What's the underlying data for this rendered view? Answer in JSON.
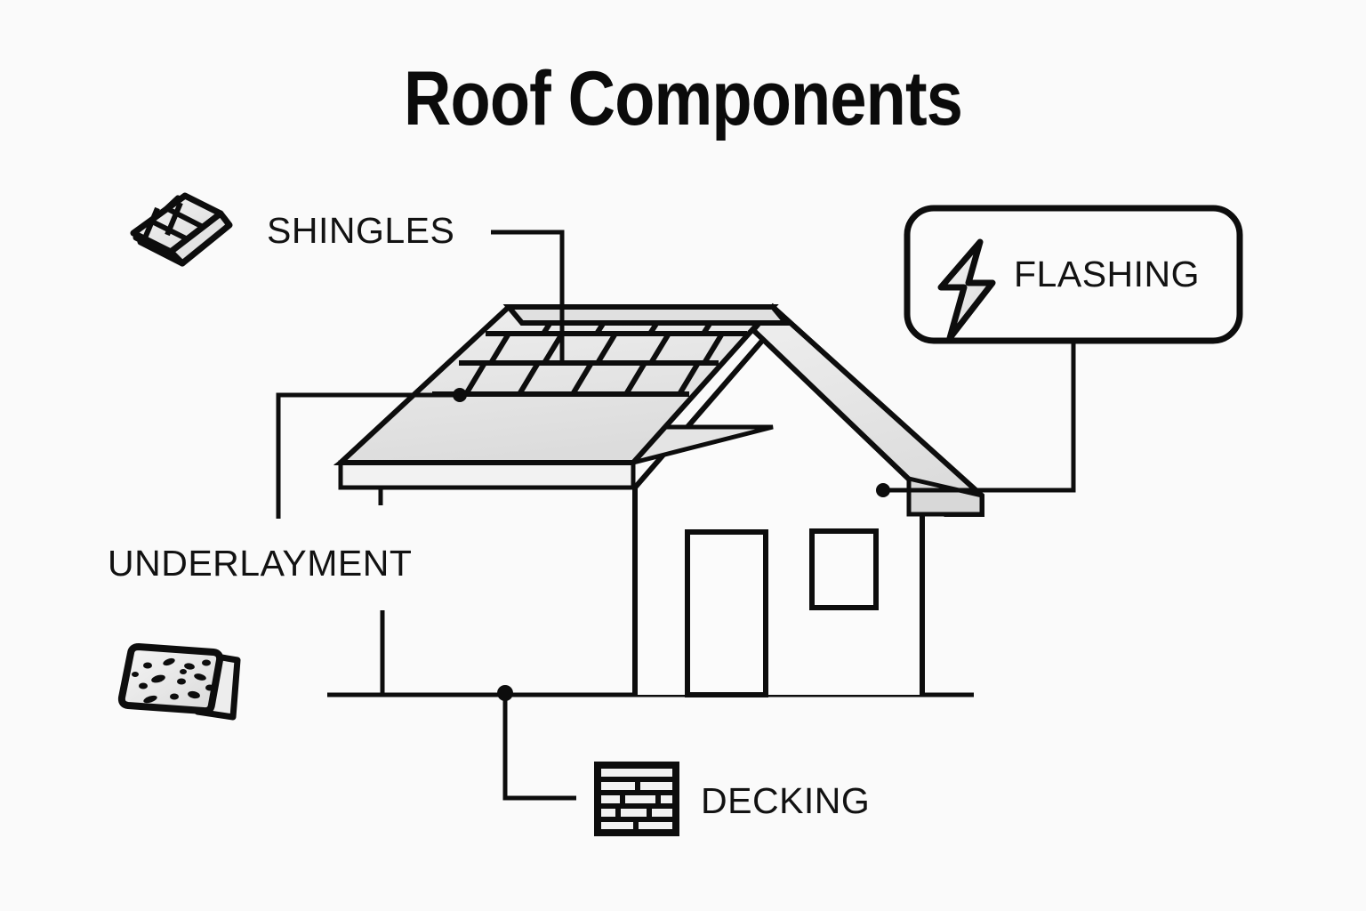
{
  "page": {
    "title": "Roof Components",
    "background_color": "#fafafa",
    "line_color": "#0d0d0d",
    "fill_color": "#e8e8e8"
  },
  "components": [
    {
      "id": "shingles",
      "label": "SHINGLES",
      "icon": "shingle-stack-icon",
      "icon_position": "left-of-label",
      "callout_style": "plain-text"
    },
    {
      "id": "underlayment",
      "label": "UNDERLAYMENT",
      "icon": "underlayment-sheet-icon",
      "icon_position": "below-label",
      "callout_style": "plain-text"
    },
    {
      "id": "decking",
      "label": "DECKING",
      "icon": "brick-deck-icon",
      "icon_position": "left-of-label",
      "callout_style": "plain-text"
    },
    {
      "id": "flashing",
      "label": "FLASHING",
      "icon": "lightning-bolt-icon",
      "icon_position": "left-of-label",
      "callout_style": "rounded-box"
    }
  ],
  "illustration": {
    "subject": "house-cutaway",
    "parts": [
      "roof-plane",
      "shingle-rows",
      "underlayment-layer",
      "decking-layer",
      "gable-end",
      "wall",
      "door",
      "window",
      "ground-line",
      "flashing-strip"
    ]
  }
}
